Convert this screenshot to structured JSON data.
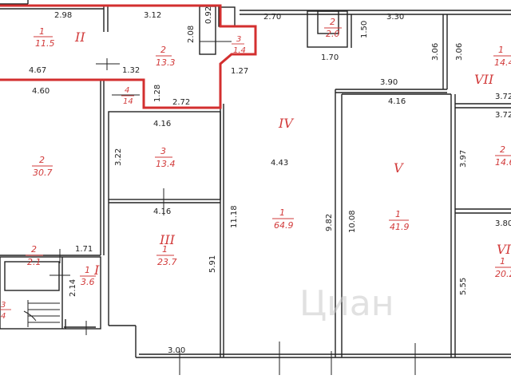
{
  "colors": {
    "walls": "#222222",
    "highlight": "#d32f2f",
    "labels": "#d23b3b",
    "watermark": "#c9c9c9"
  },
  "watermark": {
    "text": "Циан"
  },
  "rooms": [
    {
      "id": "II",
      "roman": "II",
      "num": "1",
      "area": "11.5"
    },
    {
      "id": "II-2",
      "num": "2",
      "area": "13.3"
    },
    {
      "id": "II-3",
      "num": "3",
      "area": "1.4"
    },
    {
      "id": "II-4",
      "num": "4",
      "area": "14"
    },
    {
      "id": "top-2",
      "num": "2",
      "area": "2.0"
    },
    {
      "id": "left-2",
      "num": "2",
      "area": "30.7"
    },
    {
      "id": "III-3",
      "num": "3",
      "area": "13.4"
    },
    {
      "id": "III",
      "roman": "III",
      "num": "1",
      "area": "23.7"
    },
    {
      "id": "IV",
      "roman": "IV",
      "num": "1",
      "area": "64.9"
    },
    {
      "id": "V",
      "roman": "V",
      "num": "1",
      "area": "41.9"
    },
    {
      "id": "VII",
      "roman": "VII",
      "num": "1",
      "area": "14.4"
    },
    {
      "id": "r-2",
      "num": "2",
      "area": "14.6"
    },
    {
      "id": "VI",
      "roman": "VI",
      "num": "1",
      "area": "20.2"
    },
    {
      "id": "I-2",
      "num": "2",
      "area": "2.1"
    },
    {
      "id": "I",
      "roman": "I",
      "num": "1",
      "area": "3.6"
    },
    {
      "id": "stair",
      "num": "3",
      "area": "4"
    }
  ],
  "dimensions": {
    "d298": "2.98",
    "d312": "3.12",
    "d092": "0.92",
    "d270": "2.70",
    "d330": "3.30",
    "d306a": "3.06",
    "d306b": "3.06",
    "d208": "2.08",
    "d150": "1.50",
    "d170": "1.70",
    "d467": "4.67",
    "d132": "1.32",
    "d127": "1.27",
    "d390": "3.90",
    "d372a": "3.72",
    "d460": "4.60",
    "d128": "1.28",
    "d272": "2.72",
    "d416a": "4.16",
    "d416b": "4.16",
    "d372b": "3.72",
    "d322": "3.22",
    "d443": "4.43",
    "d397": "3.97",
    "d416c": "4.16",
    "d380": "3.80",
    "d1118": "11.18",
    "d982": "9.82",
    "d1008": "10.08",
    "d591": "5.91",
    "d555": "5.55",
    "d171": "1.71",
    "d214": "2.14",
    "d300": "3.00"
  }
}
